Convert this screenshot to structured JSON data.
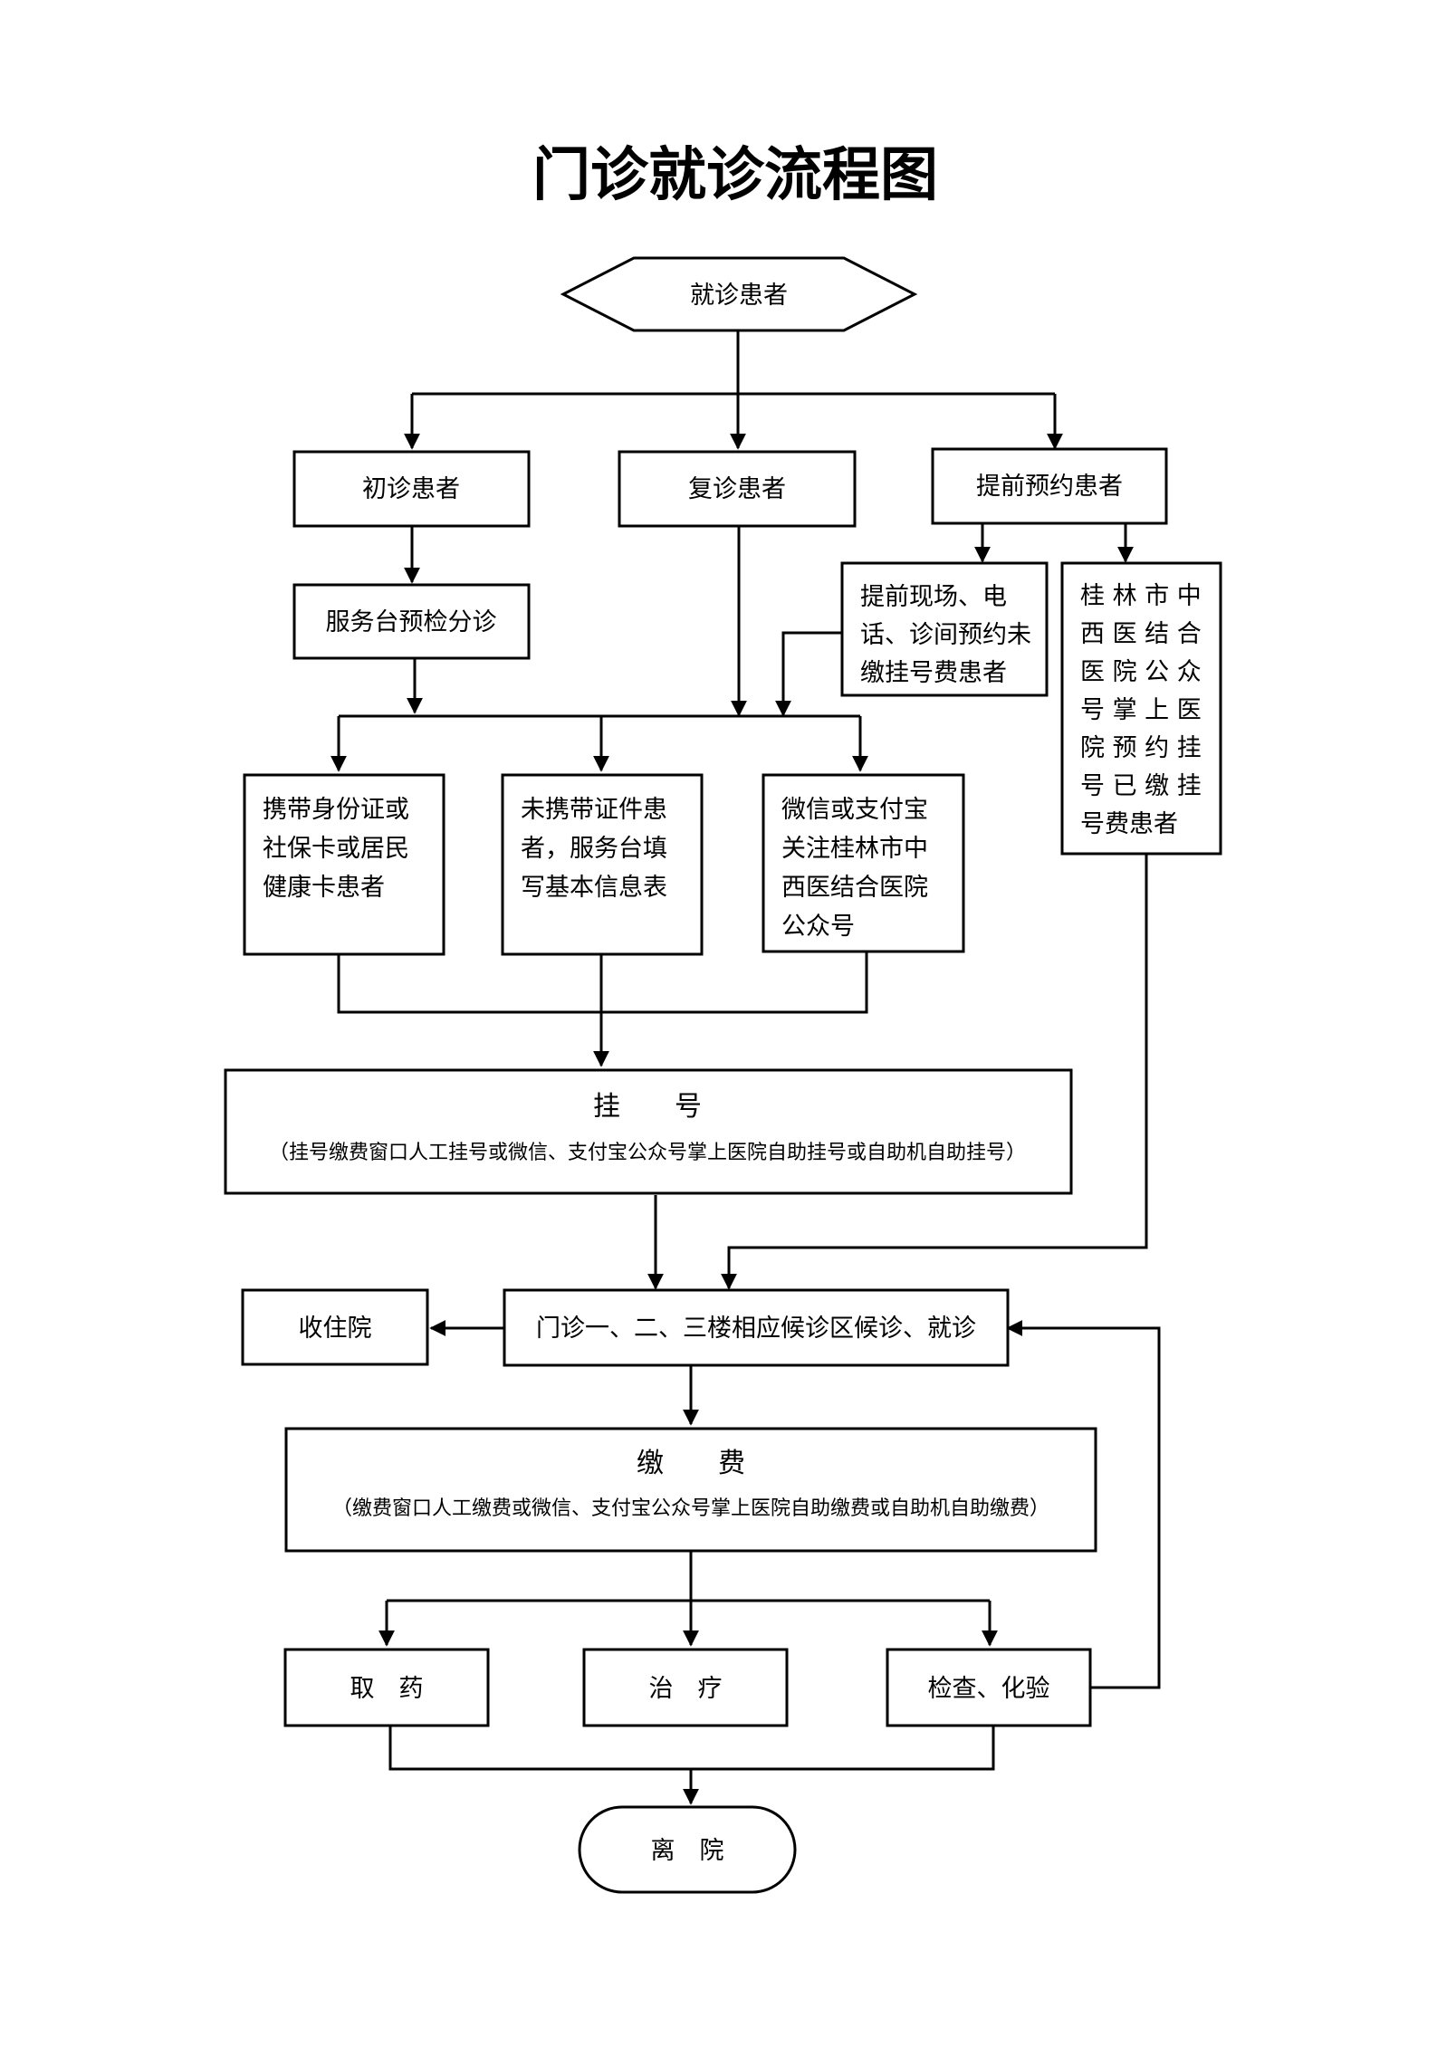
{
  "title": "门诊就诊流程图",
  "nodes": {
    "start": "就诊患者",
    "first_visit": "初诊患者",
    "return_visit": "复诊患者",
    "appointment": "提前预约患者",
    "service_desk": "服务台预检分诊",
    "unpaid_appt": [
      "提前现场、电",
      "话、诊间预约未",
      "缴挂号费患者"
    ],
    "paid_online": [
      "桂 林 市 中",
      "西 医 结 合",
      "医 院 公 众",
      "号 掌 上 医",
      "院 预 约 挂",
      "号 已 缴 挂",
      "号费患者"
    ],
    "with_id": [
      "携带身份证或",
      "社保卡或居民",
      "健康卡患者"
    ],
    "without_id": [
      "未携带证件患",
      "者，服务台填",
      "写基本信息表"
    ],
    "wechat": [
      "微信或支付宝",
      "关注桂林市中",
      "西医结合医院",
      "公众号"
    ],
    "register_title": "挂　　号",
    "register_note": "（挂号缴费窗口人工挂号或微信、支付宝公众号掌上医院自助挂号或自助机自助挂号）",
    "hospitalize": "收住院",
    "waiting": "门诊一、二、三楼相应候诊区候诊、就诊",
    "pay_title": "缴　　费",
    "pay_note": "（缴费窗口人工缴费或微信、支付宝公众号掌上医院自助缴费或自助机自助缴费）",
    "medicine": "取　药",
    "treatment": "治　疗",
    "exam": "检查、化验",
    "leave": "离　院"
  }
}
